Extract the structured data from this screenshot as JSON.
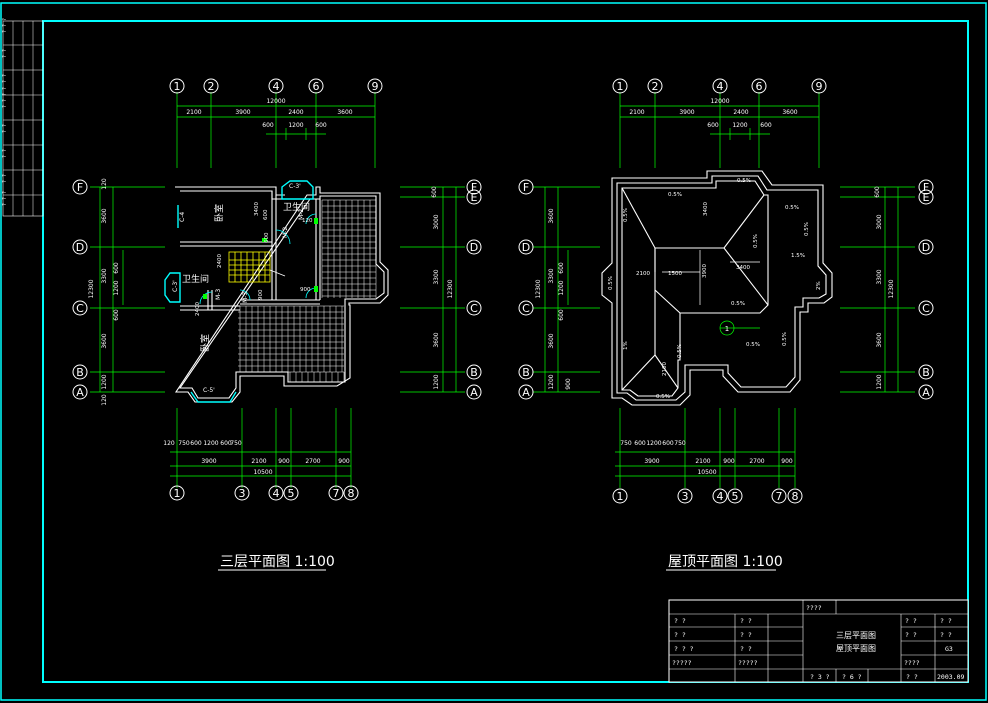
{
  "plans": [
    {
      "title": "三层平面图  1:100",
      "top_axes": [
        "1",
        "2",
        "4",
        "6",
        "9"
      ],
      "bottom_axes": [
        "1",
        "3",
        "4",
        "5",
        "7",
        "8"
      ],
      "left_axes": [
        "F",
        "D",
        "C",
        "B",
        "A"
      ],
      "right_axes": [
        "F",
        "E",
        "D",
        "C",
        "B",
        "A"
      ],
      "top_dims_total": "12000",
      "top_dims": [
        "2100",
        "3900",
        "2400",
        "3600"
      ],
      "top_dims_sub": [
        "600",
        "1200",
        "600"
      ],
      "bottom_dims_sub": [
        "120",
        "750",
        "600",
        "1200",
        "600",
        "750"
      ],
      "bottom_dims": [
        "3900",
        "2100",
        "900",
        "2700",
        "900"
      ],
      "bottom_dims_total": "10500",
      "left_dims": [
        "120",
        "3600",
        "3300",
        "600",
        "1200",
        "600",
        "3600",
        "1200",
        "120"
      ],
      "left_total": "12300",
      "right_dims": [
        "600",
        "3000",
        "3300",
        "3600",
        "1200"
      ],
      "right_total": "12300",
      "room_labels": [
        "卧室",
        "卫生间",
        "卫生间",
        "卧室"
      ],
      "window_labels": [
        "C-3'",
        "C-4",
        "C-5'",
        "C-3'"
      ],
      "door_labels": [
        "M-2",
        "M-3",
        "M-3",
        "M-2"
      ],
      "inner_dims": [
        "3400",
        "2400",
        "2400",
        "600",
        "900",
        "120",
        "900",
        "600"
      ]
    },
    {
      "title": "屋顶平面图  1:100",
      "top_axes": [
        "1",
        "2",
        "4",
        "6",
        "9"
      ],
      "bottom_axes": [
        "1",
        "3",
        "4",
        "5",
        "7",
        "8"
      ],
      "left_axes": [
        "F",
        "D",
        "C",
        "B",
        "A"
      ],
      "right_axes": [
        "F",
        "E",
        "D",
        "C",
        "B",
        "A"
      ],
      "top_dims_total": "12000",
      "top_dims": [
        "2100",
        "3900",
        "2400",
        "3600"
      ],
      "top_dims_sub": [
        "600",
        "1200",
        "600"
      ],
      "bottom_dims_sub": [
        "750",
        "600",
        "1200",
        "600",
        "750"
      ],
      "bottom_dims": [
        "3900",
        "2100",
        "900",
        "2700",
        "900"
      ],
      "bottom_dims_total": "10500",
      "left_dims": [
        "3600",
        "3300",
        "600",
        "1200",
        "600",
        "3600",
        "1200",
        "900"
      ],
      "left_total": "12300",
      "right_dims": [
        "600",
        "3000",
        "3300",
        "3600",
        "1200"
      ],
      "right_total": "12300",
      "slopes": [
        "0.5%",
        "0.5%",
        "0.5%",
        "0.5%",
        "0.5%",
        "0.5%",
        "1.5%",
        "0.5%",
        "0.5%",
        "2%",
        "1%",
        "0.5%",
        "0.5%",
        "0.5%",
        "0.5%"
      ],
      "inner_dims": [
        "2100",
        "1500",
        "3400",
        "3900",
        "3400",
        "2100"
      ],
      "detail_mark": "1"
    }
  ],
  "title_block": {
    "header": "????",
    "row1": [
      "? ?",
      "? ?"
    ],
    "row2": [
      "? ?",
      "? ?"
    ],
    "row3": [
      "? ? ?",
      "? ?"
    ],
    "row4": [
      "?????",
      "?????"
    ],
    "drawing_name_1": "三层平面图",
    "drawing_name_2": "屋顶平面图",
    "right_cells": [
      [
        "? ?",
        "? ?",
        "? ?"
      ],
      [
        "? ?",
        "? ?",
        "G3"
      ],
      [
        "????",
        "",
        ""
      ]
    ],
    "bottom_row": [
      "? 3 ?",
      "? 6 ?",
      "? ?",
      "2003.09"
    ]
  },
  "side_strip": [
    "? ? ?",
    "? ?",
    "? ?",
    "? ? ? ?",
    "? ?",
    "? ?",
    "? ?",
    "? ? ?"
  ]
}
